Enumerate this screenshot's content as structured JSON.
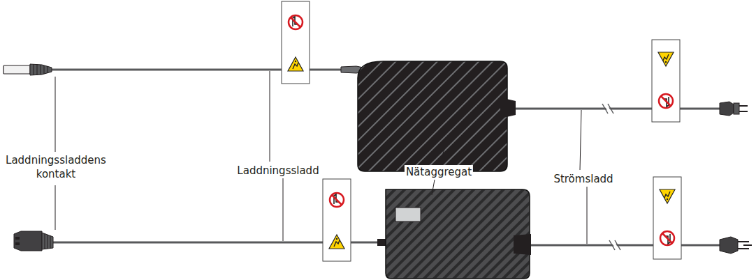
{
  "diagram": {
    "labels": [
      "Laddningssladdens kontakt",
      "Laddningssladd",
      "Nätaggregat",
      "Strömsladd"
    ]
  }
}
